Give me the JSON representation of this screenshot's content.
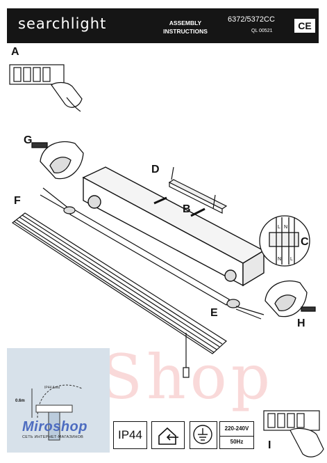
{
  "header": {
    "brand": "searchlight",
    "title": "ASSEMBLY INSTRUCTIONS",
    "model": "6372/5372CC",
    "ql_code": "QL 00521",
    "ce_mark": "CE"
  },
  "labels": {
    "A": "A",
    "B": "B",
    "C": "C",
    "D": "D",
    "E": "E",
    "F": "F",
    "G": "G",
    "H": "H",
    "I": "I"
  },
  "terminal_letters": [
    "L",
    "N",
    "N",
    "L"
  ],
  "inset": {
    "ip_zone": "IP44 Area",
    "height": "0.6m",
    "shop_name": "Miroshop",
    "shop_tagline": "СЕТЬ ИНТЕРНЕТ-МАГАЗИНОВ"
  },
  "watermark": "BiShop",
  "ratings": {
    "ip": "IP44",
    "class_ii_icon": "double-insulation-icon",
    "earth_icon": "earth-symbol-icon",
    "voltage": "220-240V",
    "frequency": "50Hz"
  }
}
